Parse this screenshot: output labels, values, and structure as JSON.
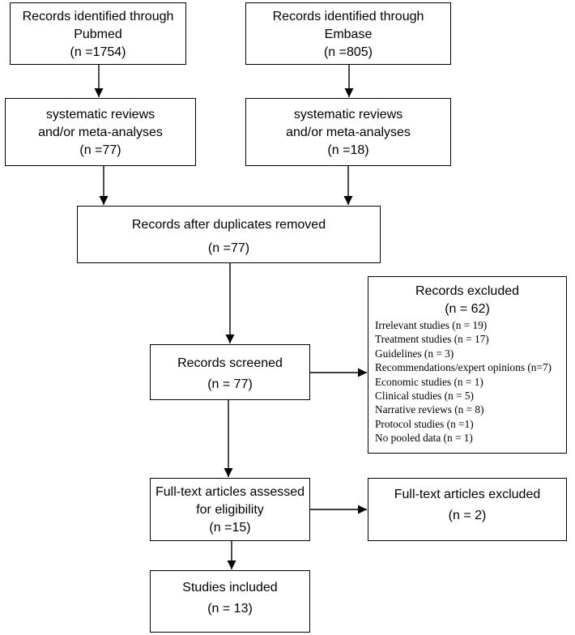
{
  "pubmed": {
    "line1": "Records identified through",
    "line2": "Pubmed",
    "count": "(n =1754)"
  },
  "embase": {
    "line1": "Records identified through",
    "line2": "Embase",
    "count": "(n =805)"
  },
  "sr_pubmed": {
    "line1": "systematic reviews",
    "line2": "and/or meta-analyses",
    "count": "(n =77)"
  },
  "sr_embase": {
    "line1": "systematic reviews",
    "line2": "and/or meta-analyses",
    "count": "(n =18)"
  },
  "dedup": {
    "line1": "Records after duplicates removed",
    "count": "(n =77)"
  },
  "screened": {
    "line1": "Records screened",
    "count": "(n =  77)"
  },
  "excluded": {
    "title": "Records excluded",
    "count": "(n = 62)",
    "items": [
      "Irrelevant studies (n = 19)",
      "Treatment studies (n = 17)",
      "Guidelines (n = 3)",
      "Recommendations/expert opinions (n=7)",
      "Economic studies (n = 1)",
      "Clinical studies (n = 5)",
      "Narrative reviews (n = 8)",
      "Protocol studies (n =1)",
      "No pooled data (n = 1)"
    ]
  },
  "fulltext": {
    "line1": "Full-text articles assessed",
    "line2": "for eligibility",
    "count": "(n =15)"
  },
  "ft_excluded": {
    "line1": "Full-text articles excluded",
    "count": "(n = 2)"
  },
  "included": {
    "line1": "Studies included",
    "count": "(n = 13)"
  }
}
